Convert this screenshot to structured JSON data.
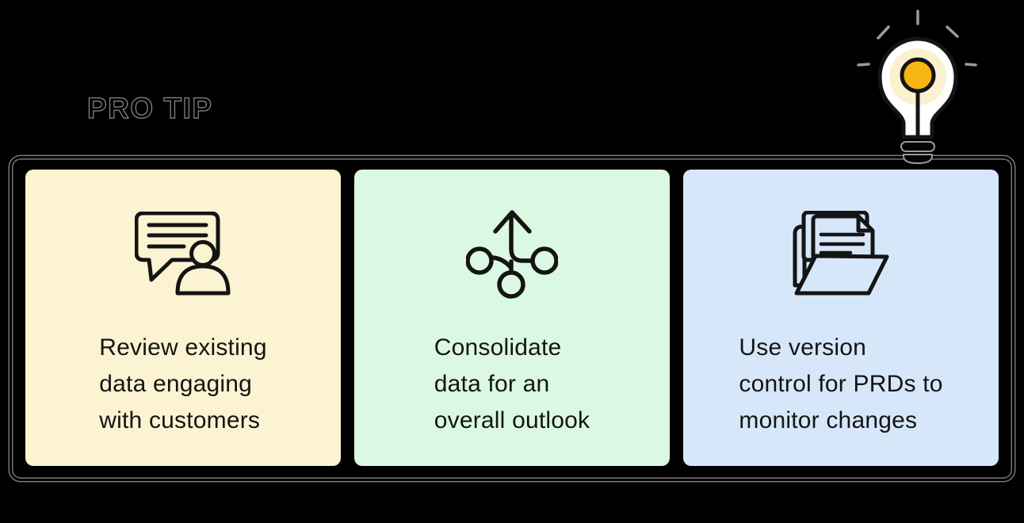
{
  "page": {
    "background_color": "#000000"
  },
  "header": {
    "label": "PRO TIP",
    "text_color": "#000000",
    "halo_color": "#8a8a8a"
  },
  "lightbulb": {
    "icon": "lightbulb-idea-icon",
    "bulb_fill": "#ffffff",
    "glow_fill": "#FAF2CF",
    "filament_fill": "#F6B513",
    "outline_color": "#141414",
    "ray_color": "#9a9a9a"
  },
  "panel": {
    "border_halo_color": "#787878",
    "background": "#000000"
  },
  "cards": [
    {
      "icon": "customer-chat-icon",
      "background": "#FBF3D1",
      "text": "Review existing\ndata engaging\nwith customers"
    },
    {
      "icon": "consolidate-arrows-icon",
      "background": "#DBF9E2",
      "text": "Consolidate\ndata for an\noverall outlook"
    },
    {
      "icon": "version-control-folder-icon",
      "background": "#D6E7FA",
      "text": "Use version\ncontrol for PRDs to\nmonitor changes"
    }
  ]
}
